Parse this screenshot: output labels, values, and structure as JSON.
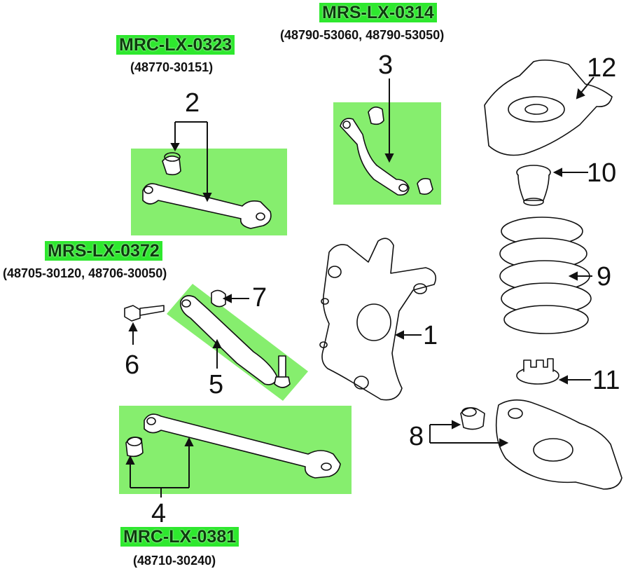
{
  "groups": [
    {
      "code": "MRC-LX-0323",
      "parts": "(48770-30151)"
    },
    {
      "code": "MRS-LX-0314",
      "parts": "(48790-53060, 48790-53050)"
    },
    {
      "code": "MRS-LX-0372",
      "parts": "(48705-30120, 48706-30050)"
    },
    {
      "code": "MRC-LX-0381",
      "parts": "(48710-30240)"
    }
  ],
  "callouts": [
    "1",
    "2",
    "3",
    "4",
    "5",
    "6",
    "7",
    "8",
    "9",
    "10",
    "11",
    "12"
  ],
  "colors": {
    "highlight": "#7cf062",
    "code_bg": "#2ee82e",
    "line": "#111111"
  }
}
